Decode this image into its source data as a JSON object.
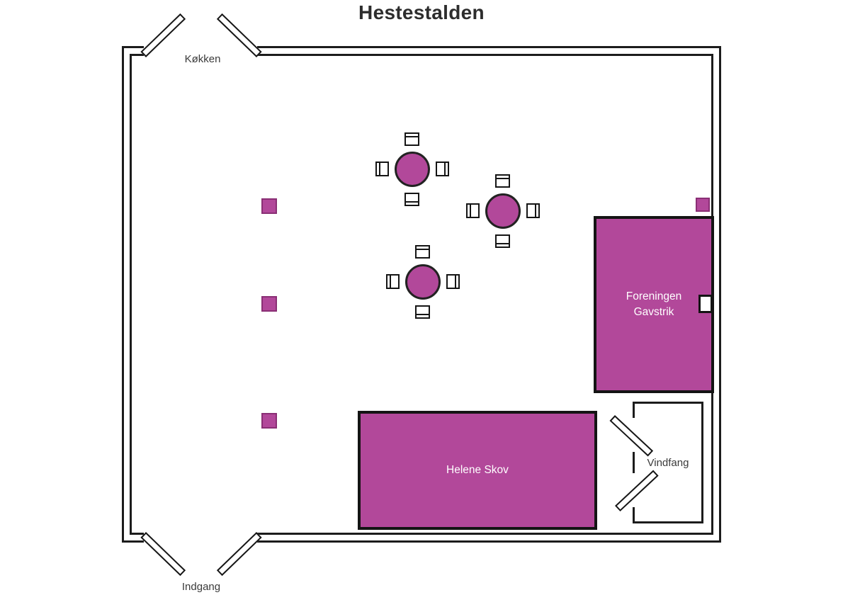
{
  "title": "Hestestalden",
  "labels": {
    "kitchen": "Køkken",
    "entrance": "Indgang",
    "vestibule": "Vindfang"
  },
  "booths": [
    {
      "name": "Foreningen Gavstrik"
    },
    {
      "name": "Helene Skov"
    }
  ],
  "furniture": {
    "round_tables": 3,
    "chairs_per_table": 4,
    "small_stands": 4
  },
  "colors": {
    "accent": "#b2489a",
    "accent-border": "#8a2f75",
    "wall": "#1c1c1c",
    "ink": "#3a3a3a",
    "booth-text": "#ffffff",
    "bg": "#ffffff"
  }
}
